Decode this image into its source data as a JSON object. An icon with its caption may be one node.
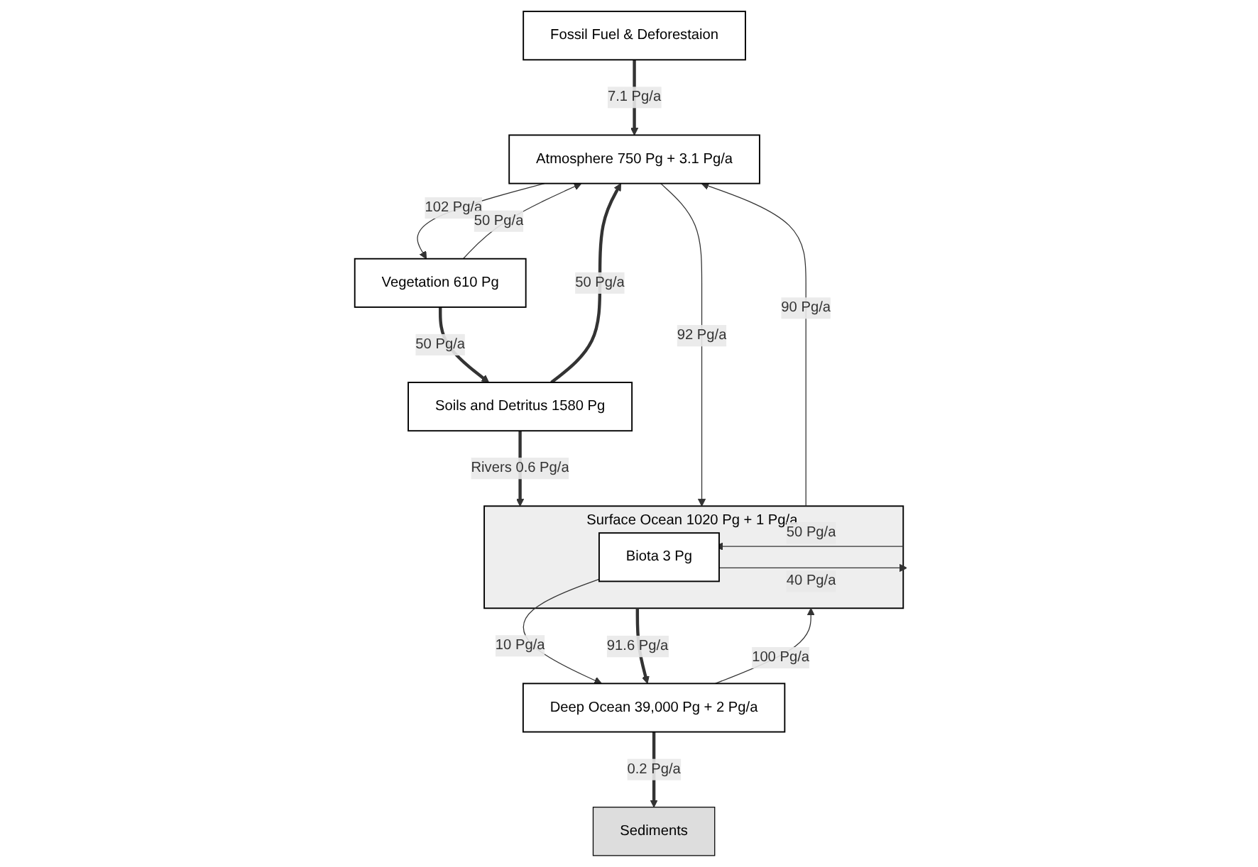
{
  "diagram": {
    "nodes": [
      {
        "text": [
          "Atmosphere 750 Pg + 3.1 Pg/a"
        ]
      },
      {
        "text": [
          "Fossil Fuel & Deforestaion"
        ]
      },
      {
        "text": [
          "Vegetation 610 Pg"
        ]
      },
      {
        "text": [
          "Soils and Detritus 1580 Pg"
        ]
      },
      {
        "text": [
          "Surface Ocean 1020 Pg + 1 Pg/a"
        ]
      },
      {
        "text": [
          "Biota 3 Pg"
        ],
        "in": 4
      },
      {
        "text": [
          "Deep Ocean 39,000 Pg + 2 Pg/a"
        ]
      },
      {
        "text": [
          "Sediments"
        ]
      }
    ],
    "edges": [
      {
        "from": 1,
        "to": 0,
        "arrow": "to",
        "label": "7.1 Pg/a",
        "style": "thick"
      },
      {
        "from": 0,
        "to": 2,
        "arrow": "to",
        "label": "102 Pg/a"
      },
      {
        "from": 2,
        "to": 0,
        "arrow": "to",
        "label": "50 Pg/a"
      },
      {
        "from": 3,
        "to": 0,
        "arrow": "to",
        "label": "50 Pg/a",
        "style": "thick"
      },
      {
        "from": 2,
        "to": 3,
        "arrow": "to",
        "label": "50 Pg/a",
        "style": "thick"
      },
      {
        "from": 3,
        "to": 4,
        "arrow": "to",
        "label": "Rivers 0.6 Pg/a",
        "style": "thick"
      },
      {
        "from": 0,
        "to": 4,
        "arrow": "to",
        "label": "92 Pg/a"
      },
      {
        "from": 4,
        "to": 0,
        "arrow": "to",
        "label": "90 Pg/a"
      },
      {
        "from": 4,
        "to": 5,
        "arrow": "to",
        "label": "50 Pg/a"
      },
      {
        "from": 5,
        "to": 4,
        "arrow": "to",
        "label": "40 Pg/a"
      },
      {
        "from": 5,
        "to": 6,
        "arrow": "to",
        "label": "10 Pg/a"
      },
      {
        "from": 4,
        "to": 6,
        "arrow": "to",
        "label": "91.6 Pg/a",
        "style": "thick"
      },
      {
        "from": 6,
        "to": 4,
        "arrow": "to",
        "label": "100 Pg/a"
      },
      {
        "from": 6,
        "to": 7,
        "arrow": "to",
        "label": "0.2 Pg/a",
        "style": "thick"
      }
    ]
  }
}
